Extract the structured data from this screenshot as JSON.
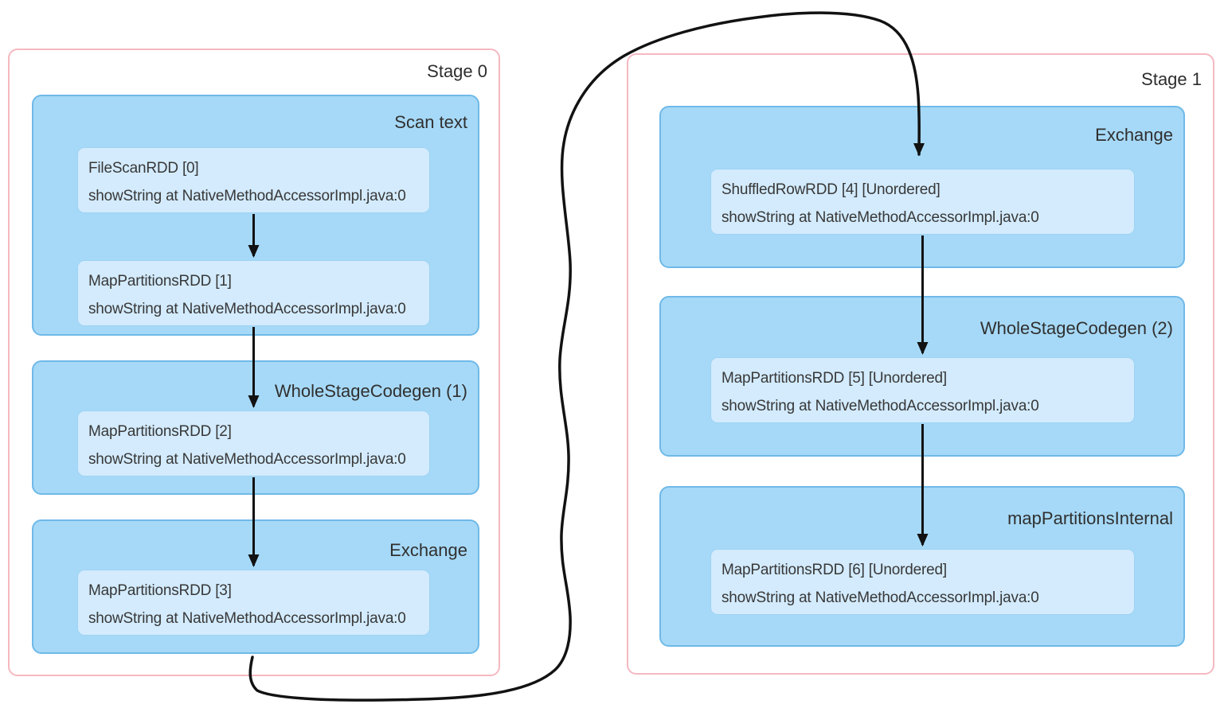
{
  "diagram": {
    "type": "spark-dag",
    "stages": [
      {
        "label": "Stage 0",
        "clusters": [
          {
            "label": "Scan text",
            "nodes": [
              {
                "line1": "FileScanRDD [0]",
                "line2": "showString at NativeMethodAccessorImpl.java:0"
              },
              {
                "line1": "MapPartitionsRDD [1]",
                "line2": "showString at NativeMethodAccessorImpl.java:0"
              }
            ]
          },
          {
            "label": "WholeStageCodegen (1)",
            "nodes": [
              {
                "line1": "MapPartitionsRDD [2]",
                "line2": "showString at NativeMethodAccessorImpl.java:0"
              }
            ]
          },
          {
            "label": "Exchange",
            "nodes": [
              {
                "line1": "MapPartitionsRDD [3]",
                "line2": "showString at NativeMethodAccessorImpl.java:0"
              }
            ]
          }
        ]
      },
      {
        "label": "Stage 1",
        "clusters": [
          {
            "label": "Exchange",
            "nodes": [
              {
                "line1": "ShuffledRowRDD [4] [Unordered]",
                "line2": "showString at NativeMethodAccessorImpl.java:0"
              }
            ]
          },
          {
            "label": "WholeStageCodegen (2)",
            "nodes": [
              {
                "line1": "MapPartitionsRDD [5] [Unordered]",
                "line2": "showString at NativeMethodAccessorImpl.java:0"
              }
            ]
          },
          {
            "label": "mapPartitionsInternal",
            "nodes": [
              {
                "line1": "MapPartitionsRDD [6] [Unordered]",
                "line2": "showString at NativeMethodAccessorImpl.java:0"
              }
            ]
          }
        ]
      }
    ],
    "edges": [
      {
        "from": "FileScanRDD [0]",
        "to": "MapPartitionsRDD [1]"
      },
      {
        "from": "MapPartitionsRDD [1]",
        "to": "MapPartitionsRDD [2]"
      },
      {
        "from": "MapPartitionsRDD [2]",
        "to": "MapPartitionsRDD [3]"
      },
      {
        "from": "MapPartitionsRDD [3]",
        "to": "ShuffledRowRDD [4] [Unordered]"
      },
      {
        "from": "ShuffledRowRDD [4] [Unordered]",
        "to": "MapPartitionsRDD [5] [Unordered]"
      },
      {
        "from": "MapPartitionsRDD [5] [Unordered]",
        "to": "MapPartitionsRDD [6] [Unordered]"
      }
    ],
    "colors": {
      "stage_border": "#f5b8c0",
      "cluster_fill": "#a6d9f7",
      "cluster_border": "#6fb9e8",
      "node_fill": "#d3ebfd",
      "node_border": "#9ed3f4",
      "arrow": "#121212"
    }
  }
}
